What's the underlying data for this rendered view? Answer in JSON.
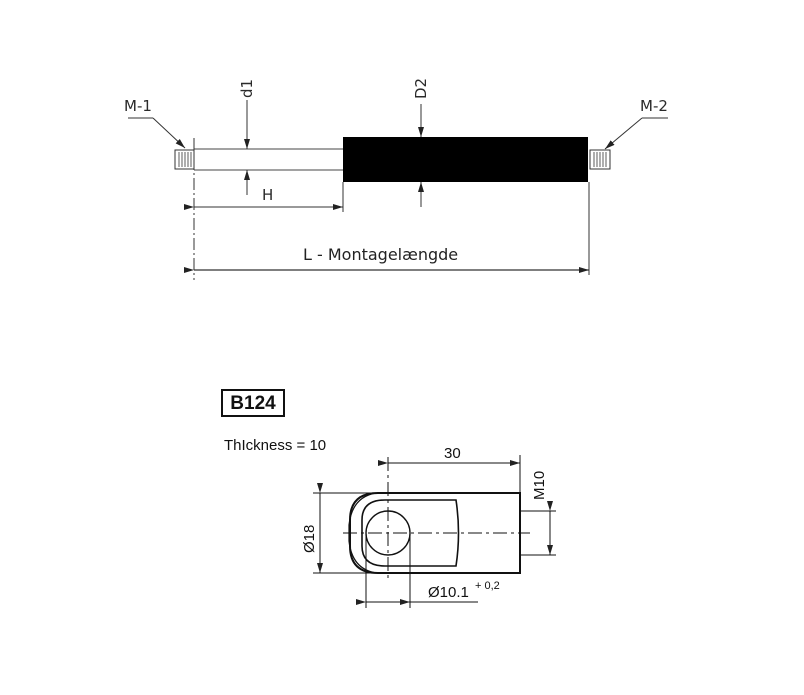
{
  "gas_spring": {
    "labels": {
      "m1": "M-1",
      "m2": "M-2",
      "d1": "d1",
      "D2": "D2",
      "H": "H",
      "L": "L - Montagelængde"
    },
    "colors": {
      "body": "#000000",
      "line": "#333333",
      "text": "#2a2a2a"
    }
  },
  "eye_fitting": {
    "part_code": "B124",
    "thickness_label": "ThIckness = 10",
    "dims": {
      "length": "30",
      "thread": "M10",
      "outer_diameter": "Ø18",
      "hole_diameter": "Ø10.1",
      "hole_tolerance": "+ 0,2"
    }
  }
}
